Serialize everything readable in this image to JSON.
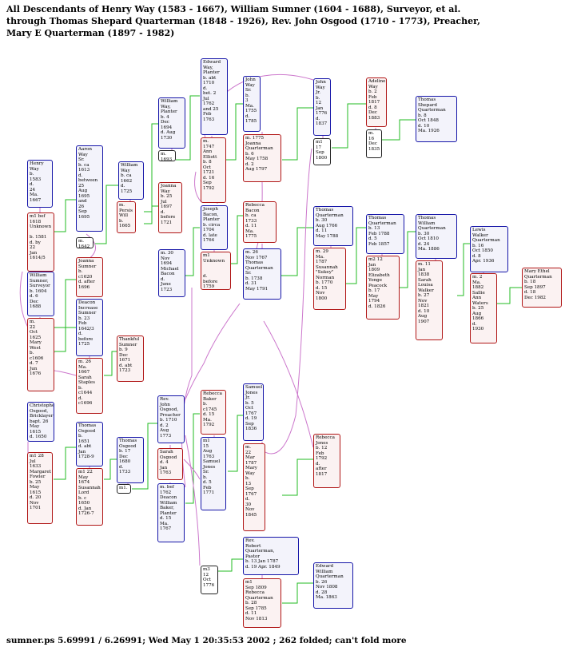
{
  "title": [
    "All Descendants of Henry Way (1583 - 1667), William Sumner (1604 - 1688), Surveyor, et al.",
    "through Thomas Shepard Quarterman (1848 - 1926), Rev. John Osgood (1710 - 1773), Preacher,",
    "Mary E Quarterman (1897 - 1982)"
  ],
  "footer": "sumner.ps  5.69991 / 6.26991; Wed May  1 20:35:53 2002 ; 262 folded; can't fold more",
  "colors": {
    "male_border": "#1515a8",
    "female_border": "#b01515",
    "link_green": "#22bb22",
    "link_pink": "#cc77cc"
  },
  "people": [
    {
      "id": "henry",
      "kind": "male",
      "text": "Henry\nWay\nb.\n1583\nd.\n24\nMa.\n1667"
    },
    {
      "id": "m1_henry",
      "kind": "female",
      "text": "m1 bef\n1618\nUnknown\n\nb. 1581\nd. by\n22\nJan\n1614/5"
    },
    {
      "id": "aaron",
      "kind": "male",
      "text": "Aaron\nWay\nSr.\nb. ca\n1613\nd.\nbetween\n25\nAug\n1695\nand\n26\nSep\n1695"
    },
    {
      "id": "m_aaron",
      "kind": "plain",
      "text": "m.\n1642"
    },
    {
      "id": "joanna",
      "kind": "female",
      "text": "Joanna\nSumner\nb.\nc1620\nd. after\n1696"
    },
    {
      "id": "william_sumner",
      "kind": "male",
      "text": "William\nSumner,\nSurveyor\nb. 1604\nd. 6\nDec\n1688"
    },
    {
      "id": "m_mary_west",
      "kind": "female",
      "text": "m.\n22\nOct\n1625\nMary\nWest\nb.\nc1606\nd. 7\nJun\n1676"
    },
    {
      "id": "deacon_increase",
      "kind": "male",
      "text": "Deacon\nIncrease\nSumner\nb. 23\nFeb\n1642/3\nd.\nbefore\n1725"
    },
    {
      "id": "m_sarah_staples",
      "kind": "female",
      "text": "m. 26\nMa.\n1667\nSarah\nStaples\nb.\nc1644\nd.\nc1696"
    },
    {
      "id": "thankful",
      "kind": "female",
      "text": "Thankful\nSumner\nb. 9\nDec\n1671\nd. abt\n1723"
    },
    {
      "id": "william_way",
      "kind": "male",
      "text": "William\nWay\nb. ca\n1662\nd.\n1725"
    },
    {
      "id": "m_persis",
      "kind": "female",
      "text": "m.\nPersis\nWill\nb.\n1665"
    },
    {
      "id": "william_way2",
      "kind": "male",
      "text": "William\nWay,\nPlanter\nb. 4\nDec\n1694\nd. Aug\n1730"
    },
    {
      "id": "m_1693",
      "kind": "plain",
      "text": "m.\n1693"
    },
    {
      "id": "joanna_way",
      "kind": "female",
      "text": "Joanna\nWay\nb. 25\nJul\n1697\nd.\nbefore\n1721"
    },
    {
      "id": "edward_way",
      "kind": "male",
      "text": "Edward\nWay,\nPlanter\nb. abt\n1710\nd.\nbet. 2\nJul\n1762\nand 25\nFeb\n1763"
    },
    {
      "id": "m_ann_elliott",
      "kind": "female",
      "text": "m.\n1747\nAnn\nElliott\nb. 8\nOct\n1721\nd. 16\nSep\n1792"
    },
    {
      "id": "m_michael",
      "kind": "male",
      "text": "m. 30\nNov\n1694\nMichael\nBacon\nd.\nJune\n1723"
    },
    {
      "id": "joseph_bacon",
      "kind": "male",
      "text": "Joseph\nBacon,\nPlanter\nb. circa\n1704\nd. late\n1764"
    },
    {
      "id": "m1_unknown",
      "kind": "female",
      "text": "m1\nUnknown\n\n\nd.\nbefore\n1759"
    },
    {
      "id": "john_way",
      "kind": "male",
      "text": "John\nWay\nSr.\nb.\n3\nMa.\n1755\nd.\n1785"
    },
    {
      "id": "m_mary_quarterman",
      "kind": "female",
      "text": "m. 1775\nJoanna\nQuarterman\nb. 6\nMay 1758\nd. 2\nAug 1797"
    },
    {
      "id": "rebecca_bacon",
      "kind": "female",
      "text": "Rebecca\nBacon\nb. ca\n1733\nd. 11\nMa.\n1775"
    },
    {
      "id": "thomas_q_sr",
      "kind": "male",
      "text": "m. 26\nNov 1767\nThomas\nQuarterman\nSr.\nb. 1738\nd. 31\nMay 1791"
    },
    {
      "id": "john_way2",
      "kind": "male",
      "text": "John\nWay\nJr.\nb.\n12\nJan\n1776\nd.\n1837"
    },
    {
      "id": "m1_1800",
      "kind": "plain",
      "text": "m1\n17\nSep\n1800"
    },
    {
      "id": "adeline",
      "kind": "female",
      "text": "Adeline\nWay\nb. 2\nFeb\n1817\nd. 8\nDec\n1883"
    },
    {
      "id": "m_16dec",
      "kind": "plain",
      "text": "m.\n16\nDec\n1835"
    },
    {
      "id": "thomas_shepard",
      "kind": "male",
      "text": "Thomas\nShepard\nQuarterman\nb. 8\nOct 1848\nd. 10\nMa. 1926"
    },
    {
      "id": "thomas_q_1766",
      "kind": "male",
      "text": "Thomas\nQuarterman\nb. 30\nAug 1766\nd. 11\nMay 1788"
    },
    {
      "id": "m_susanna",
      "kind": "female",
      "text": "m. 29\nMa.\n1787\nSusannah\n\"Sukey\"\nNorman\nb. 1770\nd. 15\nNov\n1800"
    },
    {
      "id": "thomas_q_1788",
      "kind": "male",
      "text": "Thomas\nQuarterman\nb. 13\nFeb 1788\nd. 5\nFeb 1857"
    },
    {
      "id": "m_elizabeth",
      "kind": "female",
      "text": "m2 12\nJan\n1809\nElizabeth\nYonge\nPeacock\nb. 17\nMay\n1794\nd. 1826"
    },
    {
      "id": "thomas_william",
      "kind": "male",
      "text": "Thomas\nWilliam\nQuarterman\nb. 30\nOct 1810\nd. 24\nMa. 1886"
    },
    {
      "id": "m_sarah_walker",
      "kind": "female",
      "text": "m. 11\nJan\n1838\nSarah\nLouisa\nWalker\nb. 27\nNov\n1821\nd. 10\nAug\n1907"
    },
    {
      "id": "lewis_walker",
      "kind": "male",
      "text": "Lewis\nWalker\nQuarterman\nb. 16\nOct 1850\nd. 8\nApr. 1936"
    },
    {
      "id": "m_sallie",
      "kind": "female",
      "text": "m. 2\nMa.\n1882\nSallie\nAnn\nWaters\nb. 25\nAug\n1866\nd.\n1930"
    },
    {
      "id": "mary_ethel",
      "kind": "female",
      "text": "Mary Ethel\nQuarterman\nb. 18\nSep 1897\nd. 18\nDec 1982"
    },
    {
      "id": "christopher",
      "kind": "male",
      "text": "Christopher\nOsgood,\nBricklayer\nbapt. 26\nMay 1615\nd. 1650"
    },
    {
      "id": "m_margaret",
      "kind": "female",
      "text": "m1 28\nJul\n1633\nMargaret\nFowler\nb. 25\nMay\n1615\nd. 20\nNov\n1701"
    },
    {
      "id": "thomas_osgood",
      "kind": "male",
      "text": "Thomas\nOsgood\nb.\n1651\nd. abt\nJan\n1728-9"
    },
    {
      "id": "m_susannah_lord",
      "kind": "female",
      "text": "m1 22\nMay\n1674\nSusannah\nLord\nb. c\n1650\nd. Jan\n1726-7"
    },
    {
      "id": "thomas_osgood2",
      "kind": "male",
      "text": "Thomas\nOsgood\nb. 17\nDec\n1680\nd.\n1733"
    },
    {
      "id": "m1_osgood",
      "kind": "plain",
      "text": "m1."
    },
    {
      "id": "rev_john",
      "kind": "male",
      "text": "Rev.\nJohn\nOsgood,\nPreacher\nb. 1710\nd. 2\nAug\n1773"
    },
    {
      "id": "sarah_osgood",
      "kind": "female",
      "text": "Sarah\nOsgood\nd. 4\nJan\n1763"
    },
    {
      "id": "m_deacon_baker",
      "kind": "male",
      "text": "m. bef\n1762\nDeacon\nWilliam\nBaker,\nPlanter\nd. 15\nMa.\n1767"
    },
    {
      "id": "rebecca_baker",
      "kind": "female",
      "text": "Rebecca\nBaker\nb.\nc1745\nd. 15\nMa.\n1792"
    },
    {
      "id": "m1_samuel",
      "kind": "male",
      "text": "m1\n15\nAug\n1763\nSamuel\nJones\nSr.\nb.\nd. 5\nFeb\n1771"
    },
    {
      "id": "samuel_jones",
      "kind": "male",
      "text": "Samuel\nJones\nJr.\nb. 5\nOct\n1767\nd. 19\nSep\n1836"
    },
    {
      "id": "m_mary_way",
      "kind": "female",
      "text": "m.\n22\nMar\n1787\nMary\nWay\nb.\n13\nSep\n1767\nd.\n30\nNov\n1845"
    },
    {
      "id": "rebecca_jones",
      "kind": "female",
      "text": "Rebecca\nJones\nb. 12\nFeb\n1792\nd.\nafter\n1817"
    },
    {
      "id": "m3_12oct",
      "kind": "plain",
      "text": "m3\n12\nOct\n1776"
    },
    {
      "id": "rev_robert",
      "kind": "male",
      "text": "Rev.\nRobert\nQuarterman,\nPastor\nb. 13 Jan 1787\nd. 19 Apr. 1849"
    },
    {
      "id": "m1_rebecca_q",
      "kind": "female",
      "text": "m1\nSep 1809\nRebecca\nQuarterman\nb. 28\nSep 1785\nd. 11\nNov 1813"
    },
    {
      "id": "edward_william",
      "kind": "male",
      "text": "Edward\nWilliam\nQuarterman\nb. 26\nNov 1808\nd. 28\nMa. 1863"
    }
  ]
}
